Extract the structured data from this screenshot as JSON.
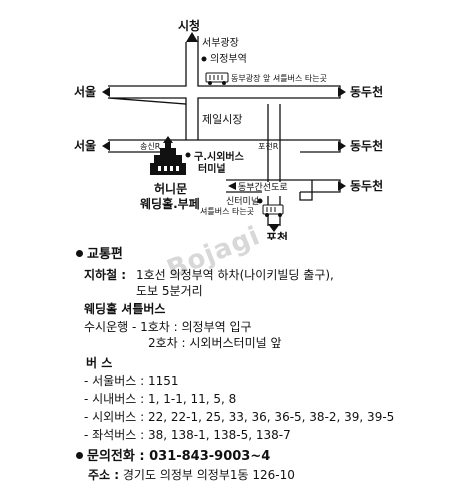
{
  "map": {
    "places": {
      "city_hall": "시청",
      "west_plaza": "서부광장",
      "uijeongbu_station": "의정부역",
      "bus_stop_note": "동부광장 앞 셔틀버스 타는곳",
      "seoul_1": "서울",
      "seoul_2": "서울",
      "dongducheon_1": "동두천",
      "dongducheon_2": "동두천",
      "dongducheon_3": "동두천",
      "jeil_market": "제일시장",
      "songsin_r": "송신R",
      "pocheon_r": "포천R",
      "intercity_terminal": "구.시외버스\n터미널",
      "venue": "허니문\n웨딩홀.부페",
      "east_road": "동부간선도로",
      "new_terminal": "신터미널",
      "shuttle_stop": "셔틀버스 타는곳",
      "pocheon": "포천"
    }
  },
  "watermark": "Bojagi",
  "transport": {
    "heading": "교통편",
    "subway_label": "지하철 :",
    "subway_line1": "1호선 의정부역 하차(나이키빌딩 출구),",
    "subway_line2": "도보 5분거리",
    "shuttle_heading": "웨딩홀 셔틀버스",
    "shuttle_line1": "수시운행 - 1호차 : 의정부역 입구",
    "shuttle_line2": "2호차 : 시외버스터미널 앞",
    "bus_heading": "버  스",
    "bus_rows": [
      "- 서울버스 : 1151",
      "- 시내버스 : 1, 1-1, 11, 5, 8",
      "- 시외버스 : 22, 22-1, 25, 33, 36, 36-5, 38-2, 39, 39-5",
      "- 좌석버스 : 38, 138-1, 138-5, 138-7"
    ]
  },
  "contact": {
    "phone_label": "문의전화 :",
    "phone": "031-843-9003~4",
    "address_label": "주소 :",
    "address": "경기도 의정부 의정부1동 126-10"
  }
}
